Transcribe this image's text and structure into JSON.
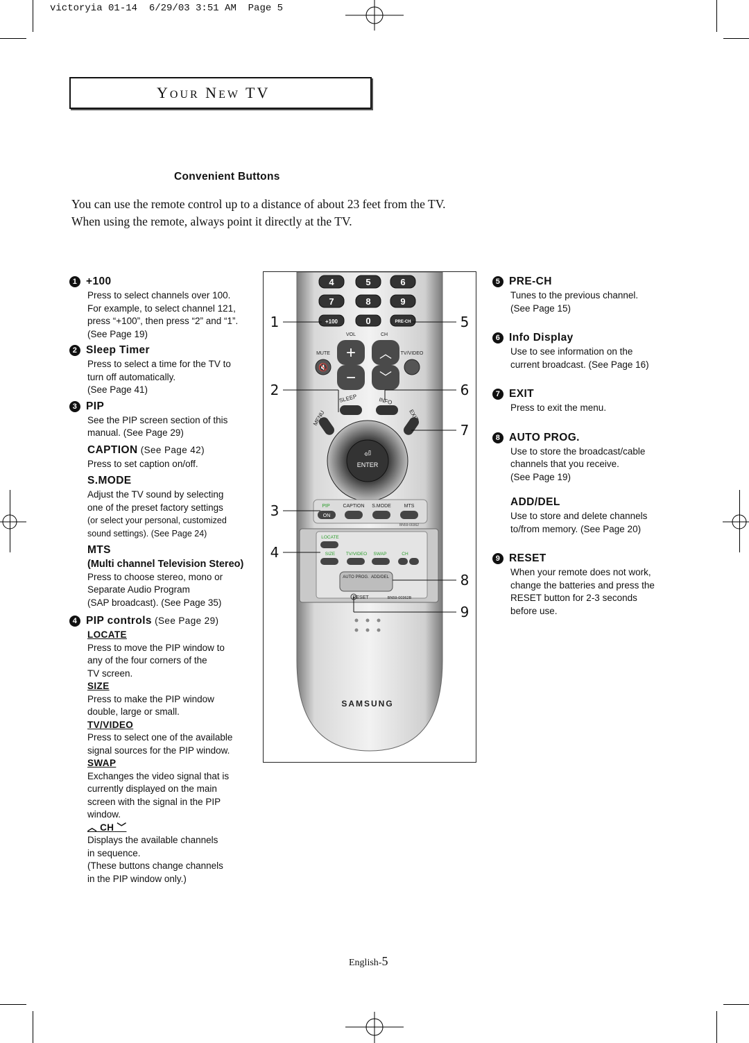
{
  "print_header": "victoryia 01-14  6/29/03 3:51 AM  Page 5",
  "banner": {
    "y": "Y",
    "our": "OUR",
    "n": "N",
    "ew": "EW",
    "tv": "TV"
  },
  "section_title": "Convenient Buttons",
  "intro": [
    "You can use the remote control up to a distance of about 23 feet from the TV.",
    "When using the remote, always point it directly at the TV."
  ],
  "left": {
    "plus100": {
      "num": "1",
      "title": "+100",
      "lines": [
        "Press to select channels over 100.",
        "For example, to select channel 121,",
        "press “+100”, then press “2” and “1”.",
        "(See Page 19)"
      ]
    },
    "sleep": {
      "num": "2",
      "title": "Sleep Timer",
      "lines": [
        "Press to select a time for the TV to",
        "turn off automatically.",
        "(See Page 41)"
      ]
    },
    "pip": {
      "num": "3",
      "title": "PIP",
      "lines": [
        "See the PIP screen section of this",
        "manual. (See Page 29)"
      ]
    },
    "caption": {
      "title": "CAPTION",
      "page": " (See Page 42)",
      "lines": [
        "Press to set caption on/off."
      ]
    },
    "smode": {
      "title": "S.MODE",
      "lines": [
        "Adjust the TV sound by selecting",
        "one of the preset factory settings"
      ],
      "small_lines": [
        "(or select your personal, customized",
        "sound settings). (See Page 24)"
      ]
    },
    "mts": {
      "title": "MTS",
      "subtitle": "(Multi channel Television Stereo)",
      "lines": [
        "Press to choose stereo, mono or",
        "Separate Audio Program",
        "(SAP broadcast). (See Page 35)"
      ]
    },
    "pipcontrols": {
      "num": "4",
      "title": "PIP controls",
      "page": " (See Page 29)"
    },
    "locate": {
      "title": "LOCATE",
      "lines": [
        "Press to move the PIP window to",
        "any of the four corners of the",
        "TV screen."
      ]
    },
    "size": {
      "title": "SIZE",
      "lines": [
        "Press to make the PIP window",
        "double, large or small."
      ]
    },
    "tvvideo": {
      "title": "TV/VIDEO",
      "lines": [
        "Press to select one of the available",
        "signal sources for the PIP window."
      ]
    },
    "swap": {
      "title": "SWAP",
      "lines": [
        "Exchanges the video signal that is",
        "currently displayed on the main",
        "screen with the signal in the PIP",
        "window."
      ]
    },
    "ch": {
      "title": "CH",
      "lines": [
        "Displays the available channels",
        "in sequence.",
        "(These buttons change channels",
        "in the PIP window only.)"
      ]
    }
  },
  "right": {
    "prech": {
      "num": "5",
      "title": "PRE-CH",
      "lines": [
        "Tunes to the previous channel.",
        "(See Page 15)"
      ]
    },
    "info": {
      "num": "6",
      "title": "Info Display",
      "lines": [
        "Use to see information on the",
        "current broadcast. (See Page 16)"
      ]
    },
    "exit": {
      "num": "7",
      "title": "EXIT",
      "lines": [
        "Press to exit the menu."
      ]
    },
    "autoprog": {
      "num": "8",
      "title": "AUTO PROG.",
      "lines": [
        "Use to store the broadcast/cable",
        "channels that you receive.",
        "(See Page 19)"
      ]
    },
    "adddel": {
      "title": "ADD/DEL",
      "lines": [
        "Use to store and delete channels",
        "to/from memory. (See Page 20)"
      ]
    },
    "reset": {
      "num": "9",
      "title": "RESET",
      "lines": [
        "When your remote does not work,",
        "change the batteries and press the",
        "RESET button for 2-3 seconds",
        "before use."
      ]
    }
  },
  "remote": {
    "keys_row1": [
      "4",
      "5",
      "6"
    ],
    "keys_row2": [
      "7",
      "8",
      "9"
    ],
    "plus100": "+100",
    "zero": "0",
    "prech": "PRE-CH",
    "vol": "VOL",
    "ch": "CH",
    "mute": "MUTE",
    "tvvideo": "TV/VIDEO",
    "sleep": "SLEEP",
    "info": "INFO",
    "menu": "MENU",
    "exit": "EXIT",
    "enter": "ENTER",
    "pip": "PIP",
    "caption": "CAPTION",
    "smode": "S.MODE",
    "mts": "MTS",
    "on": "ON",
    "model_small": "BN59-00362",
    "locate": "LOCATE",
    "size": "SIZE",
    "tv_video": "TV/VIDEO",
    "swap": "SWAP",
    "ch_small": "CH",
    "autoprog": "AUTO PROG.",
    "adddel": "ADD/DEL",
    "reset": "RESET",
    "model": "BN59-00362B",
    "brand": "SAMSUNG",
    "callouts": [
      "1",
      "2",
      "3",
      "4",
      "5",
      "6",
      "7",
      "8",
      "9"
    ]
  },
  "footer": {
    "prefix": "English-",
    "page": "5"
  }
}
